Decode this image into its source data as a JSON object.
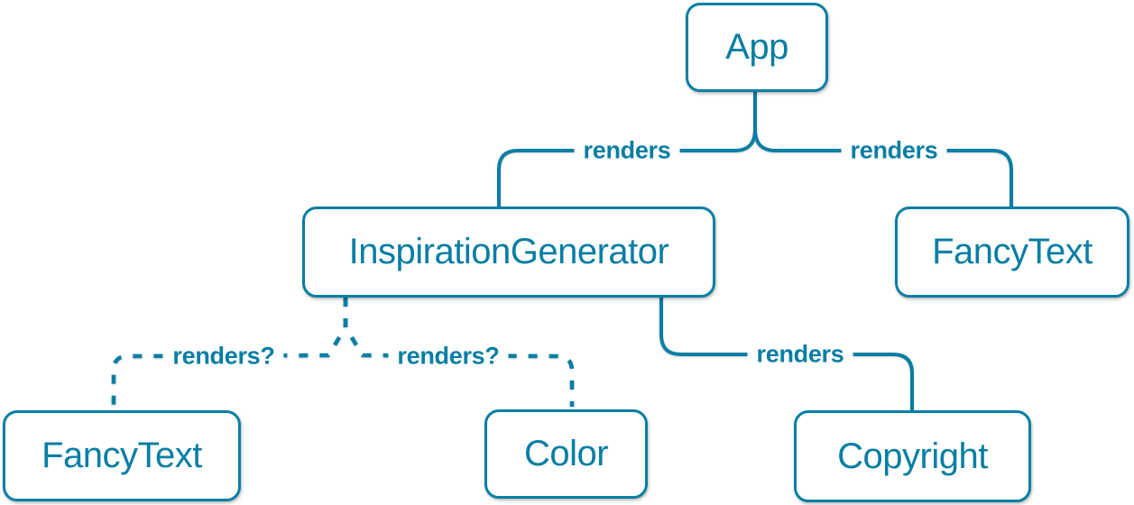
{
  "diagram": {
    "kind": "component-render-tree",
    "accent_color": "#087ea4",
    "background_color": "#ffffff",
    "nodes": [
      {
        "id": "app",
        "label": "App"
      },
      {
        "id": "inspiration-generator",
        "label": "InspirationGenerator"
      },
      {
        "id": "fancy-text-top",
        "label": "FancyText"
      },
      {
        "id": "fancy-text-bottom",
        "label": "FancyText"
      },
      {
        "id": "color",
        "label": "Color"
      },
      {
        "id": "copyright",
        "label": "Copyright"
      }
    ],
    "edges": [
      {
        "from": "App",
        "to": "InspirationGenerator",
        "label": "renders",
        "style": "solid"
      },
      {
        "from": "App",
        "to": "FancyText",
        "label": "renders",
        "style": "solid"
      },
      {
        "from": "InspirationGenerator",
        "to": "FancyText",
        "label": "renders?",
        "style": "dashed"
      },
      {
        "from": "InspirationGenerator",
        "to": "Color",
        "label": "renders?",
        "style": "dashed"
      },
      {
        "from": "InspirationGenerator",
        "to": "Copyright",
        "label": "renders",
        "style": "solid"
      }
    ]
  }
}
